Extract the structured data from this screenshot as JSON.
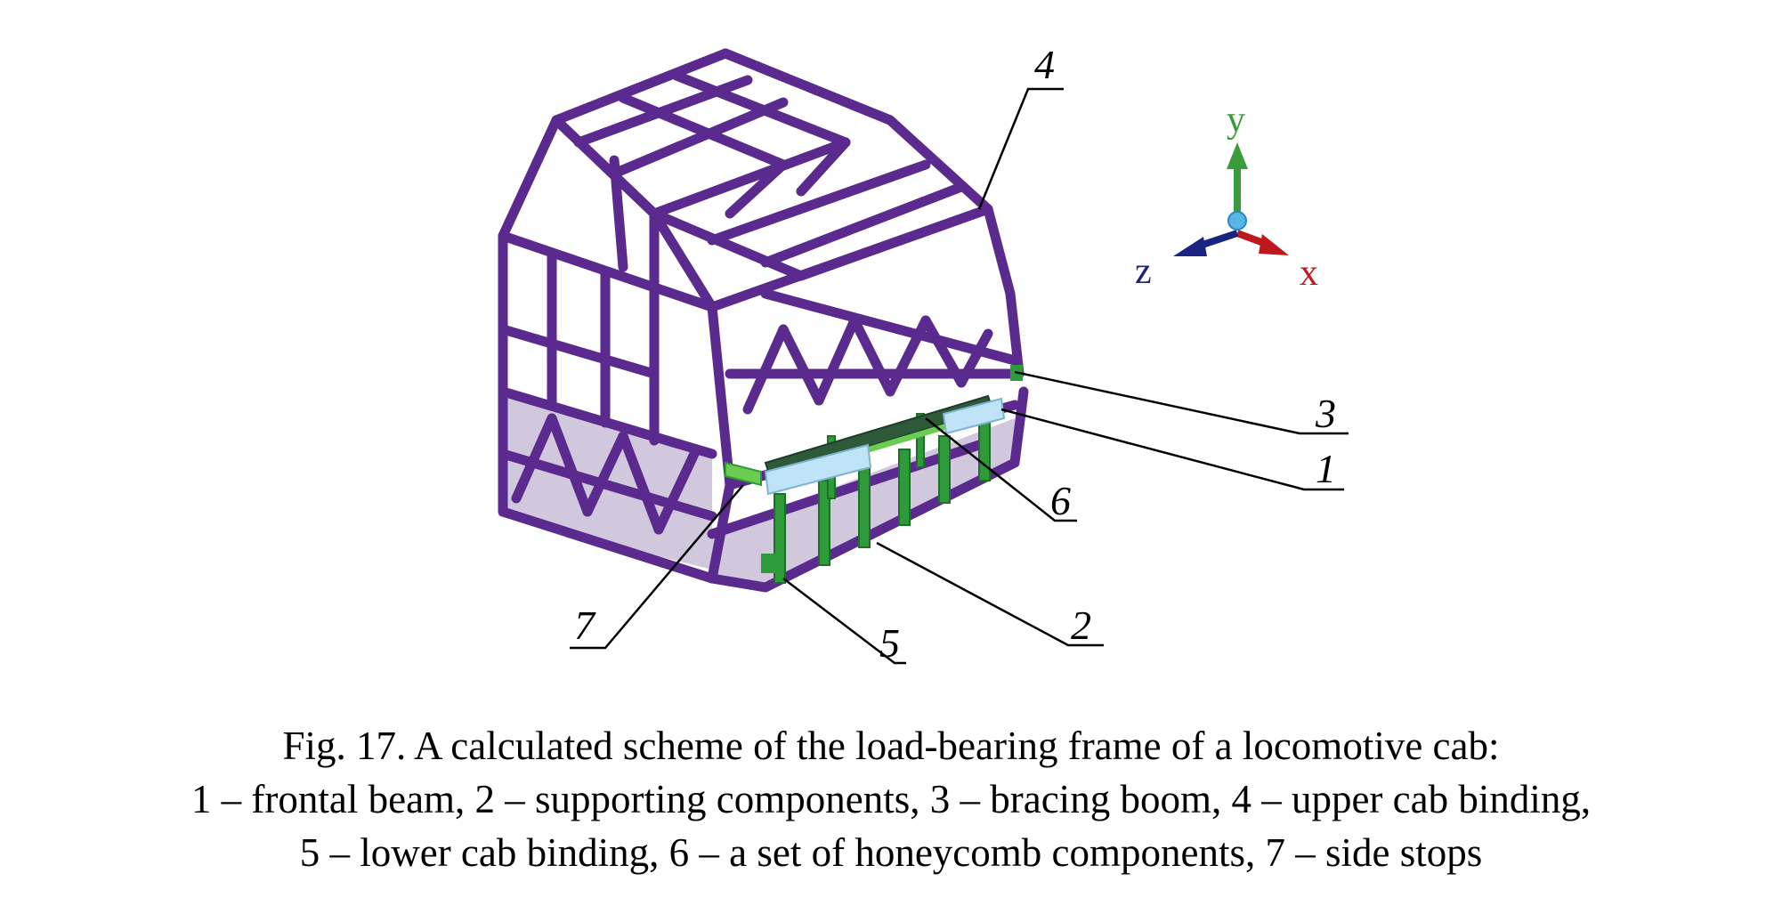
{
  "callouts": {
    "c1": "1",
    "c2": "2",
    "c3": "3",
    "c4": "4",
    "c5": "5",
    "c6": "6",
    "c7": "7"
  },
  "axes": {
    "x": "x",
    "y": "y",
    "z": "z"
  },
  "caption": {
    "line1": "Fig. 17. A calculated scheme of the load-bearing frame of a locomotive cab:",
    "line2": "1 – frontal beam, 2 – supporting components, 3 – bracing boom, 4 – upper cab binding,",
    "line3": "5 – lower cab binding, 6 – a set of honeycomb components, 7 – side stops"
  },
  "colors": {
    "frame": "#5b2a8f",
    "frame_dark": "#3e1a6e",
    "frame_edge": "#2e1a80",
    "support": "#2e9b3a",
    "support_light": "#6acd52",
    "beam": "#bfe3f7",
    "axis_x": "#c0171e",
    "axis_y": "#3a9b3a",
    "axis_z": "#1a2380",
    "origin": "#57b6e8"
  }
}
